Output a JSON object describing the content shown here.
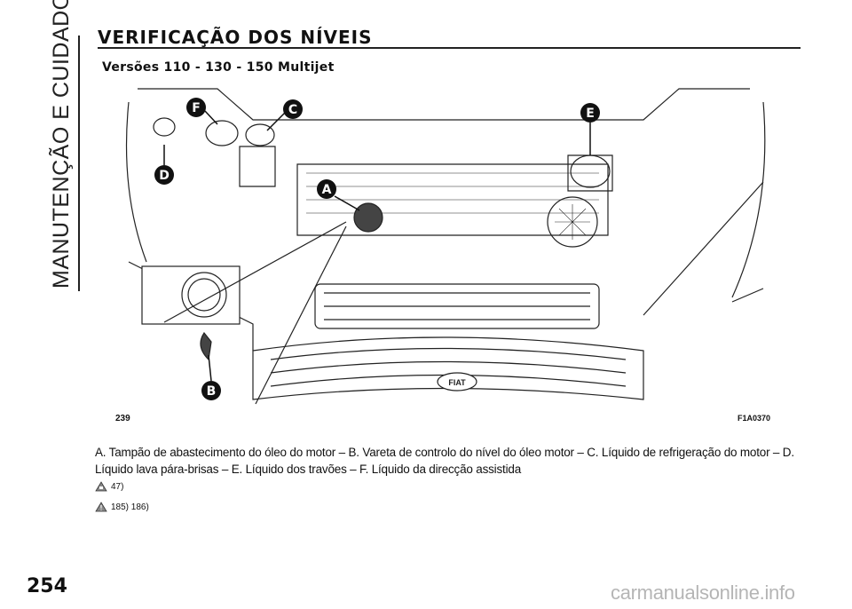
{
  "side": {
    "chapter": "MANUTENÇÃO E CUIDADOS"
  },
  "header": {
    "title": "VERIFICAÇÃO DOS NÍVEIS",
    "subtitle": "Versões 110 - 130 - 150 Multijet"
  },
  "figure": {
    "number": "239",
    "code": "F1A0370",
    "callouts": [
      "A",
      "B",
      "C",
      "D",
      "E",
      "F"
    ],
    "badge_color": "#111111",
    "brand_badge": "FIAT"
  },
  "caption": "A. Tampão de abastecimento do óleo do motor – B. Vareta de controlo do nível do óleo motor – C. Líquido de refrigeração do motor – D. Líquido lava pára-brisas – E. Líquido dos travões – F. Líquido da direcção assistida",
  "notes": [
    {
      "icon": "hand-warning-icon",
      "text": "47)"
    },
    {
      "icon": "warning-triangle-icon",
      "text": "185) 186)"
    }
  ],
  "footer": {
    "page_number": "254",
    "watermark": "carmanualsonline.info"
  }
}
